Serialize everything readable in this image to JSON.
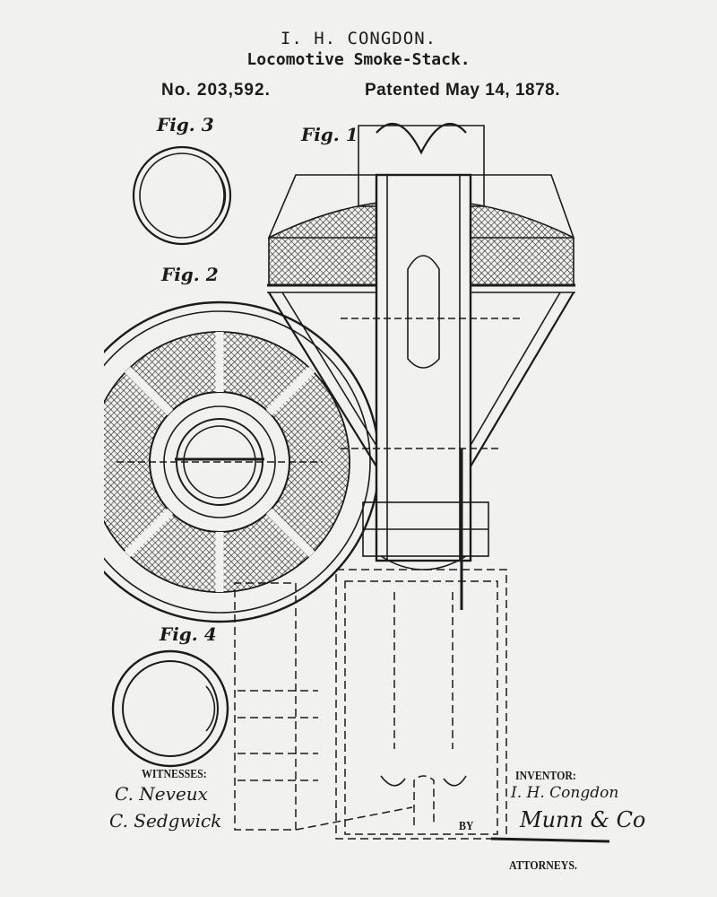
{
  "header": {
    "inventor_name": "I. H. CONGDON.",
    "title": "Locomotive Smoke-Stack.",
    "patent_number": "No. 203,592.",
    "patent_date": "Patented May 14, 1878."
  },
  "figures": {
    "fig1": "Fig. 1",
    "fig2": "Fig. 2",
    "fig3": "Fig. 3",
    "fig4": "Fig. 4"
  },
  "footer": {
    "witnesses_label": "WITNESSES:",
    "witness_1": "C. Neveux",
    "witness_2": "C. Sedgwick",
    "inventor_label": "INVENTOR:",
    "inventor_signature": "I. H. Congdon",
    "by_label": "BY",
    "attorney_signature": "Munn & Co",
    "attorneys_label": "ATTORNEYS."
  }
}
